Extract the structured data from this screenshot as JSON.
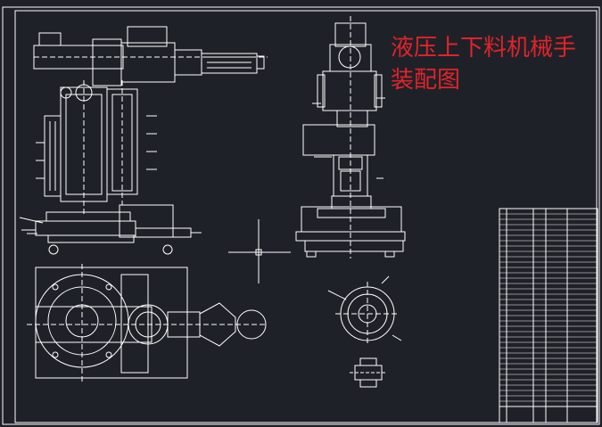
{
  "drawing": {
    "title_line1": "液压上下料机械手",
    "title_line2": "装配图"
  },
  "colors": {
    "background": "#1f2128",
    "line": "#ffffff",
    "title": "#e0242a"
  },
  "views": [
    {
      "name": "front-view-assembly"
    },
    {
      "name": "side-view-assembly"
    },
    {
      "name": "top-view-assembly"
    },
    {
      "name": "section-a-a"
    },
    {
      "name": "section-detail"
    },
    {
      "name": "parts-list-table"
    }
  ]
}
